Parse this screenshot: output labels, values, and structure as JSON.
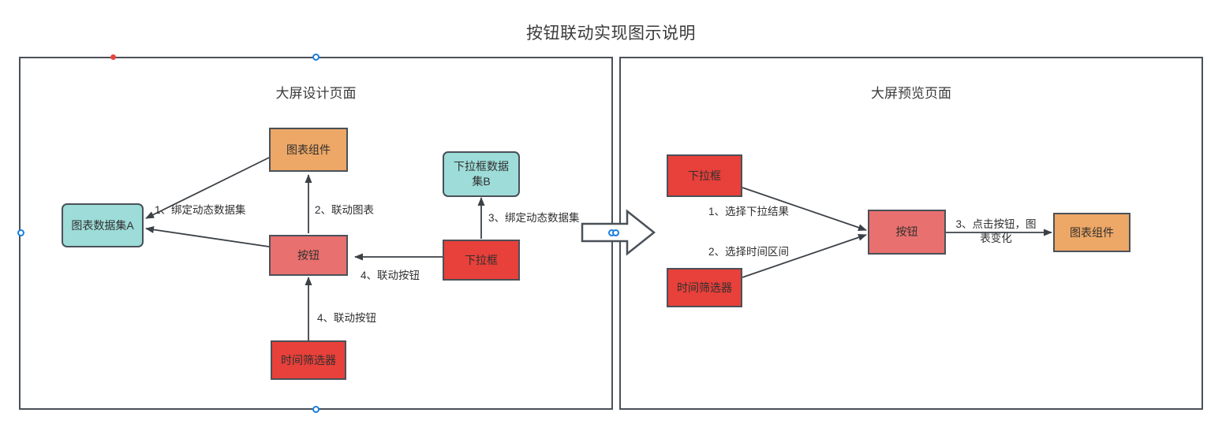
{
  "title": "按钮联动实现图示说明",
  "panels": [
    {
      "id": "design",
      "title": "大屏设计页面"
    },
    {
      "id": "preview",
      "title": "大屏预览页面"
    }
  ],
  "design_nodes": {
    "dataset_a": "图表数据集A",
    "chart_component": "图表组件",
    "button": "按钮",
    "dataset_b": "下拉框数据\n集B",
    "dropdown": "下拉框",
    "time_filter": "时间筛选器"
  },
  "design_edges": {
    "e1": "1、绑定动态数据集",
    "e2": "2、联动图表",
    "e3": "3、绑定动态数据集",
    "e4": "4、联动按钮",
    "e5": "4、联动按钮"
  },
  "preview_nodes": {
    "dropdown": "下拉框",
    "time_filter": "时间筛选器",
    "button": "按钮",
    "chart_component": "图表组件"
  },
  "preview_edges": {
    "e1": "1、选择下拉结果",
    "e2": "2、选择时间区间",
    "e3": "3、点击按钮，图\n表变化"
  },
  "icons": {
    "flow_arrow": "right-block-arrow-icon"
  },
  "colors": {
    "cyan": "#9ddcd8",
    "orange": "#eda766",
    "salmon": "#e8706e",
    "red": "#e8403a",
    "stroke": "#4a5159",
    "handle_blue": "#1a7ee0",
    "handle_red": "#e8453c"
  }
}
